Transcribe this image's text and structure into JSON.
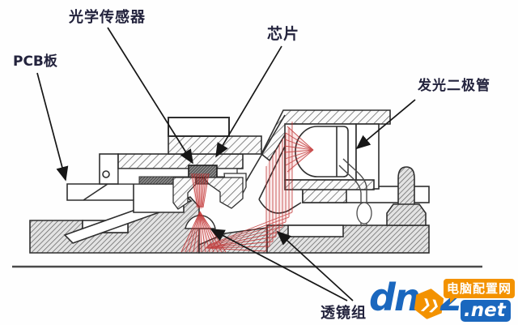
{
  "diagram": {
    "type": "optical-mouse-cross-section",
    "labels": {
      "pcb": "PCB板",
      "optical_sensor": "光学传感器",
      "chip": "芯片",
      "led": "发光二极管",
      "lens_group": "透镜组"
    }
  },
  "watermark": {
    "logo_prefix": "dn",
    "logo_suffix": "z",
    "logo_mark": "❯❯",
    "logo_tld": ".net",
    "badge": "电脑配置网"
  },
  "colors": {
    "beam_red": "#c03030",
    "outline": "#2f2f2f",
    "label_text": "#23233d",
    "watermark_blue": "#1a67be",
    "watermark_orange": "#f39200"
  }
}
